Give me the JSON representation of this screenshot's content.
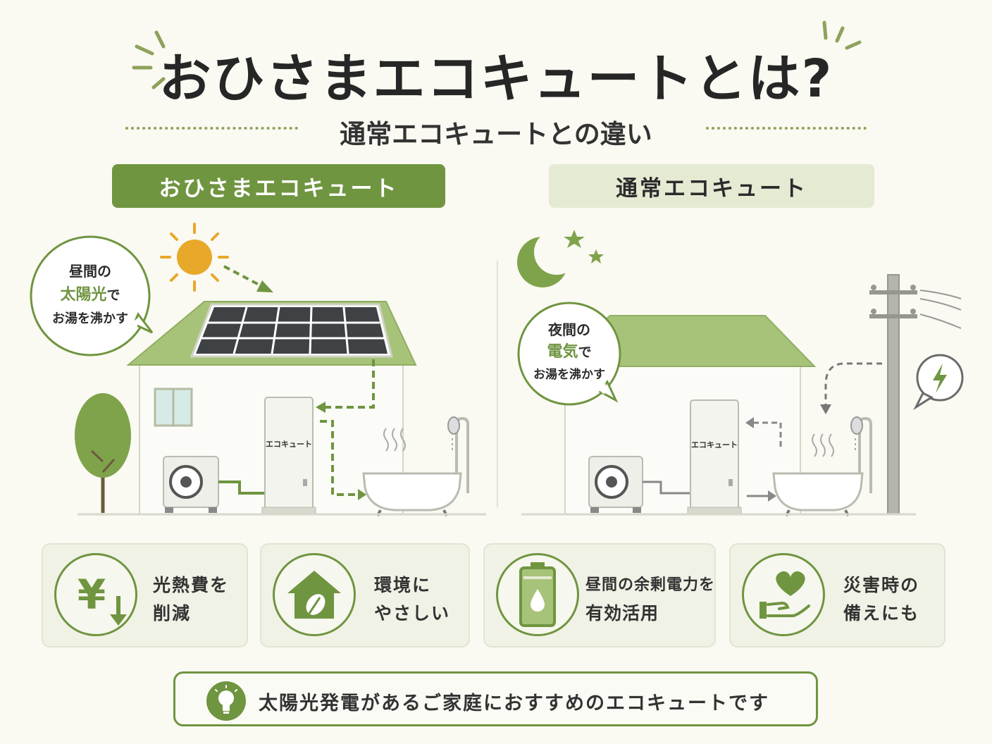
{
  "title": "おひさまエコキュートとは?",
  "subtitle": "通常エコキュートとの違い",
  "columns": {
    "ohisama": {
      "label": "おひさまエコキュート",
      "balloon": [
        "昼間の",
        "太陽光",
        "で",
        "お湯を沸かす"
      ],
      "unit_label": "エコキュート"
    },
    "normal": {
      "label": "通常エコキュート",
      "balloon": [
        "夜間の",
        "電気",
        "で",
        "お湯を沸かす"
      ],
      "unit_label": "エコキュート"
    }
  },
  "features": [
    {
      "icon": "yen-down-icon",
      "line1": "光熱費を",
      "line2": "削減"
    },
    {
      "icon": "house-leaf-icon",
      "line1": "環境に",
      "line2": "やさしい"
    },
    {
      "icon": "battery-water-icon",
      "line1": "昼間の余剰電力を",
      "line2": "有効活用"
    },
    {
      "icon": "heart-hand-icon",
      "line1": "災害時の",
      "line2": "備えにも"
    }
  ],
  "footer": {
    "icon": "lightbulb-icon",
    "text": "太陽光発電があるご家庭におすすめのエコキュートです"
  },
  "colors": {
    "accent": "#6f9540",
    "accent_light": "#e5ead3",
    "roof": "#a7c37a",
    "sun": "#e8a82a",
    "background": "#faf9f2"
  }
}
